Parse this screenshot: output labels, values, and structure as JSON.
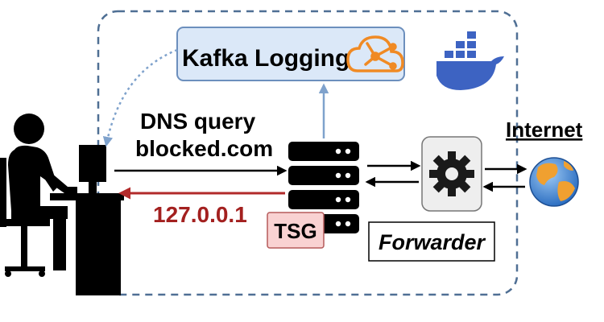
{
  "labels": {
    "kafka": "Kafka Logging",
    "dns_line1": "DNS query",
    "dns_line2": "blocked.com",
    "response": "127.0.0.1",
    "tsg": "TSG",
    "forwarder": "Forwarder",
    "internet": "Internet"
  },
  "icons": {
    "user": "user-at-desk-icon",
    "kafka": "kafka-logo-icon",
    "docker": "docker-whale-icon",
    "server": "server-stack-icon",
    "forwarder": "gear-icon",
    "internet": "globe-icon"
  },
  "colors": {
    "container_border": "#4f6f94",
    "kafka_box_fill": "#dbe8f8",
    "kafka_box_stroke": "#6c8fbd",
    "kafka_logo": "#f08a24",
    "docker": "#3d63c2",
    "log_arrow": "#7fa2cc",
    "dotted_arrow": "#7fa2cc",
    "response_arrow": "#b22a2a",
    "response_text": "#a3201f",
    "tsg_fill": "#f9d2d2",
    "tsg_stroke": "#b55a5a",
    "gear_box_fill": "#eeeeee",
    "ink": "#000000",
    "globe_blue": "#3b7fd0",
    "globe_orange": "#f0a030"
  }
}
